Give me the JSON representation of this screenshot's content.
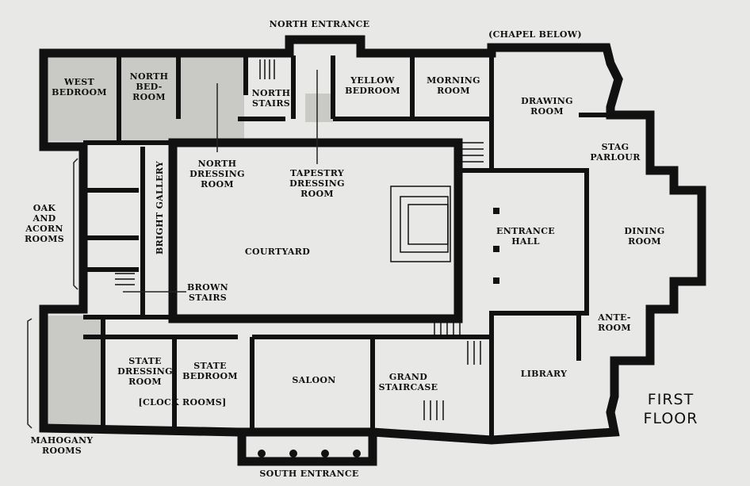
{
  "title": [
    "FIRST",
    "FLOOR"
  ],
  "labels": {
    "north_entrance": [
      "NORTH ENTRANCE"
    ],
    "chapel_below": [
      "(CHAPEL BELOW)"
    ],
    "west_bedroom": [
      "WEST",
      "BEDROOM"
    ],
    "north_bedroom": [
      "NORTH",
      "BED-",
      "ROOM"
    ],
    "north_stairs": [
      "NORTH",
      "STAIRS"
    ],
    "yellow_bedroom": [
      "YELLOW",
      "BEDROOM"
    ],
    "morning_room": [
      "MORNING",
      "ROOM"
    ],
    "drawing_room": [
      "DRAWING",
      "ROOM"
    ],
    "stag_parlour": [
      "STAG",
      "PARLOUR"
    ],
    "north_dressing_room": [
      "NORTH",
      "DRESSING",
      "ROOM"
    ],
    "tapestry_dressing_room": [
      "TAPESTRY",
      "DRESSING",
      "ROOM"
    ],
    "oak_acorn_rooms": [
      "OAK",
      "AND",
      "ACORN",
      "ROOMS"
    ],
    "bright_gallery": [
      "BRIGHT GALLERY"
    ],
    "courtyard": [
      "COURTYARD"
    ],
    "entrance_hall": [
      "ENTRANCE",
      "HALL"
    ],
    "dining_room": [
      "DINING",
      "ROOM"
    ],
    "brown_stairs": [
      "BROWN",
      "STAIRS"
    ],
    "ante_room": [
      "ANTE-",
      "ROOM"
    ],
    "state_dressing_room": [
      "STATE",
      "DRESSING",
      "ROOM"
    ],
    "state_bedroom": [
      "STATE",
      "BEDROOM"
    ],
    "clock_rooms": [
      "[CLOCK ROOMS]"
    ],
    "saloon": [
      "SALOON"
    ],
    "grand_staircase": [
      "GRAND",
      "STAIRCASE"
    ],
    "library": [
      "LIBRARY"
    ],
    "mahogany_rooms": [
      "MAHOGANY",
      "ROOMS"
    ],
    "south_entrance": [
      "SOUTH ENTRANCE"
    ]
  }
}
